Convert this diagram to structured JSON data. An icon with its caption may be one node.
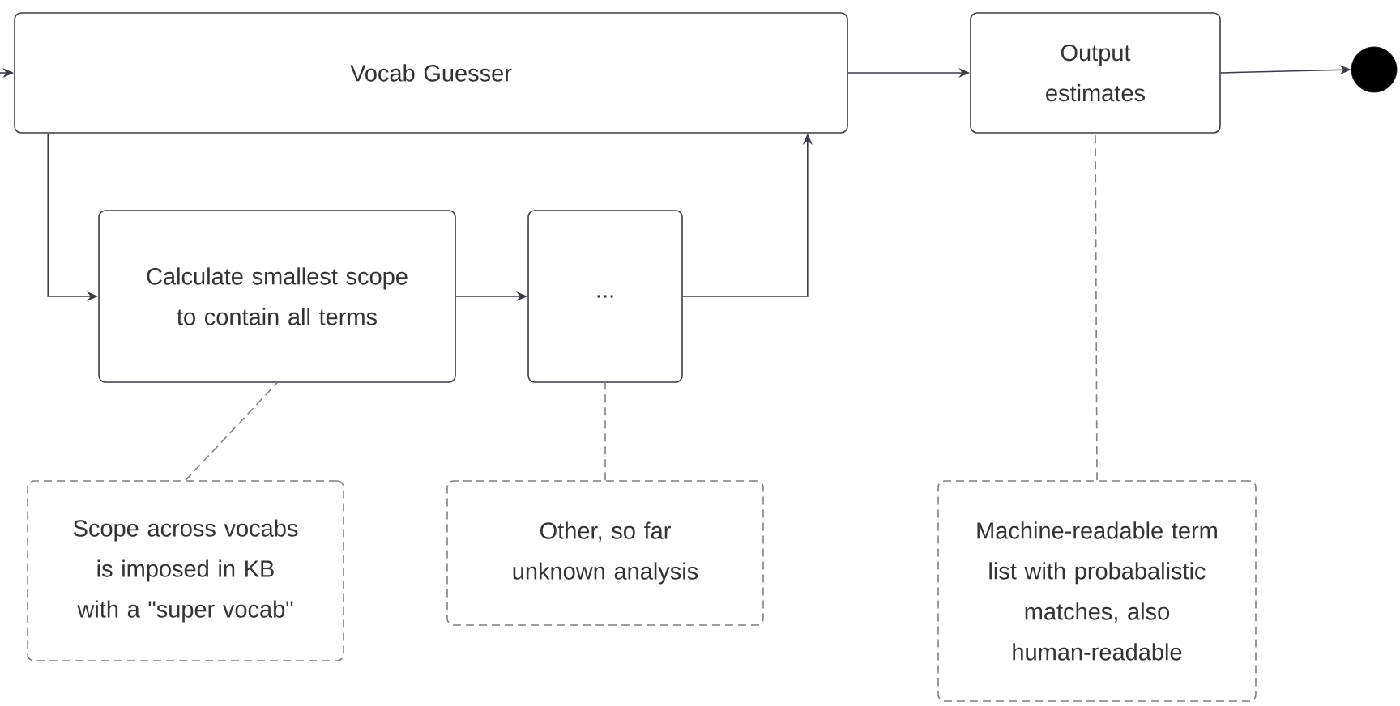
{
  "diagram": {
    "nodes": [
      {
        "text": [
          "Vocab Guesser"
        ]
      },
      {
        "text": [
          "Output estimates"
        ]
      },
      {
        "text": [],
        "shape": "circle"
      },
      {
        "text": [
          "Calculate smallest scope to contain all terms"
        ]
      },
      {
        "text": [
          "..."
        ]
      },
      {
        "text": [
          "Scope across vocabs is imposed in KB with a \"super vocab\""
        ]
      },
      {
        "text": [
          "Other, so far unknown analysis"
        ]
      },
      {
        "text": [
          "Machine-readable term list with probabalistic matches, also human-readable"
        ]
      }
    ],
    "edges": [
      {
        "from": null,
        "to": 0,
        "arrow": "to"
      },
      {
        "from": 0,
        "to": 1,
        "arrow": "to"
      },
      {
        "from": 1,
        "to": 2,
        "arrow": "to"
      },
      {
        "from": 0,
        "to": 3,
        "arrow": "to"
      },
      {
        "from": 3,
        "to": 4,
        "arrow": "to"
      },
      {
        "from": 4,
        "to": 0,
        "arrow": "to"
      },
      {
        "from": 5,
        "to": 3,
        "arrow": "none",
        "style": "dashed"
      },
      {
        "from": 6,
        "to": 4,
        "arrow": "none",
        "style": "dashed"
      },
      {
        "from": 7,
        "to": 1,
        "arrow": "none",
        "style": "dashed"
      }
    ]
  }
}
